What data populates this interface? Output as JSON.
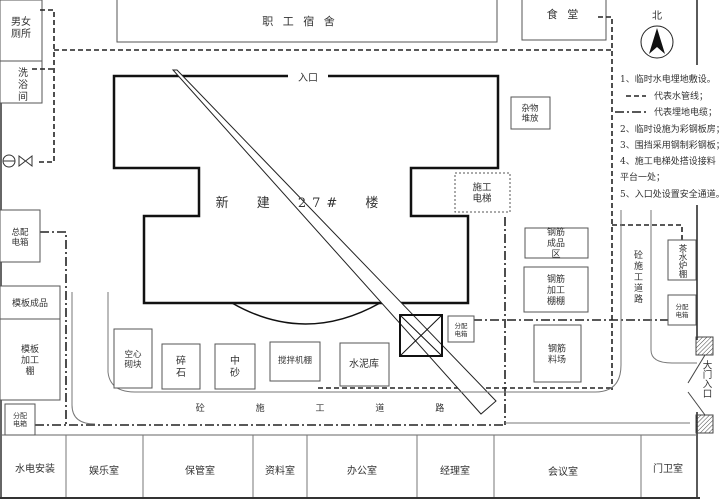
{
  "north_label": "北",
  "buildings": {
    "toilet": "男女厕所",
    "bathroom": "洗浴间",
    "dormitory": "职 工 宿 舍",
    "canteen": "食 堂",
    "main_building": "新 建 27# 楼",
    "entrance": "入口",
    "sundries": "杂物堆放",
    "hoist": "施工电梯",
    "main_distribution_box": "总配电箱",
    "formwork_finished": "模板成品",
    "formwork_shed": "模板加工棚",
    "distribution_box": "分配电箱",
    "hollow_block": "空心砌块",
    "gravel": "碎石",
    "medium_sand": "中砂",
    "mixer_shed": "搅拌机棚",
    "cement_store": "水泥库",
    "rebar_finished": "钢筋成品区",
    "rebar_shed": "钢筋加工棚棚",
    "rebar_yard": "钢筋料场",
    "tea_boiler": "茶水炉棚",
    "side_road": "砼施工道路",
    "main_road": "砼 施 工 道 路",
    "gate": "大门入口"
  },
  "bottom_rooms": [
    "水电安装",
    "娱乐室",
    "保管室",
    "资料室",
    "办公室",
    "经理室",
    "会议室",
    "门卫室"
  ],
  "legend": {
    "note1": "1、临时水电埋地敷设。",
    "water_pipe": "代表水管线；",
    "cable": "代表埋地电缆；",
    "note2": "2、临时设施为彩钢板房；",
    "note3": "3、围挡采用钢制彩钢板；",
    "note4a": "4、施工电梯处搭设接料",
    "note4b": "平台一处；",
    "note5": "5、入口处设置安全通道。"
  }
}
